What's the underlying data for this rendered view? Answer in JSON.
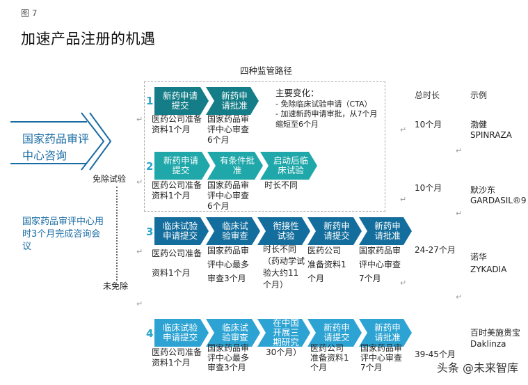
{
  "figure_label": "图 7",
  "title": "加速产品注册的机遇",
  "paths_title": "四种监管路径",
  "left": {
    "consult": "国家药品审评中心咨询",
    "exempt": "免除试验",
    "meeting": "国家药品审评中心用时3个月完成咨询会议",
    "not_exempt": "未免除"
  },
  "changes": {
    "title": "主要变化：",
    "items": [
      "- 免除临床试验申请（CTA）",
      "- 加速新药申请审批，从7个月缩短至6个月"
    ]
  },
  "columns": {
    "total": "总时长",
    "example": "示例"
  },
  "colors": {
    "teal": "#20a7a9",
    "dark_teal": "#147d87",
    "dark_blue": "#146e9d",
    "blue": "#2da3d3",
    "text_blue": "#1a6ca3"
  },
  "rows": [
    {
      "num": "1",
      "steps": [
        "新药申请提交",
        "新药申请批准"
      ],
      "notes": [
        "医药公司准备资料1个月",
        "国家药品审评中心审查6个月"
      ],
      "total": "10个月",
      "example": "渤健 SPINRAZA"
    },
    {
      "num": "2",
      "steps": [
        "新药申请提交",
        "有条件批准",
        "启动后临床试验"
      ],
      "notes": [
        "医药公司准备资料1个月",
        "国家药品审评中心审查6个月",
        "时长不同"
      ],
      "total": "10个月",
      "example": "默沙东 GARDASIL®9"
    },
    {
      "num": "3",
      "steps": [
        "临床试验申请提交",
        "临床试验审查",
        "衔接性试验",
        "新药申请提交",
        "新药申请批准"
      ],
      "notes": [
        "医药公司准备资料1个月",
        "国家药品审评中心最多审查3个月",
        "时长不同（药动学试验大约11个月）",
        "医药公司准备资料1个月",
        "国家药品审评中心审查7个月"
      ],
      "total": "24-27个月",
      "example": "诺华 ZYKADIA"
    },
    {
      "num": "4",
      "steps": [
        "临床试验申请提交",
        "临床试验审查",
        "在中国开展三期研究",
        "新药申请提交",
        "新药申请批准"
      ],
      "notes": [
        "医药公司准备资料1个月",
        "国家药品审评中心最多审查3个月",
        "30个月）",
        "医药公司准备资料1个月",
        "国家药品审评中心审查7个月"
      ],
      "total": "39-45个月",
      "example": "百时美施贵宝 Daklinza"
    }
  ],
  "watermark": "头条 @未来智库"
}
